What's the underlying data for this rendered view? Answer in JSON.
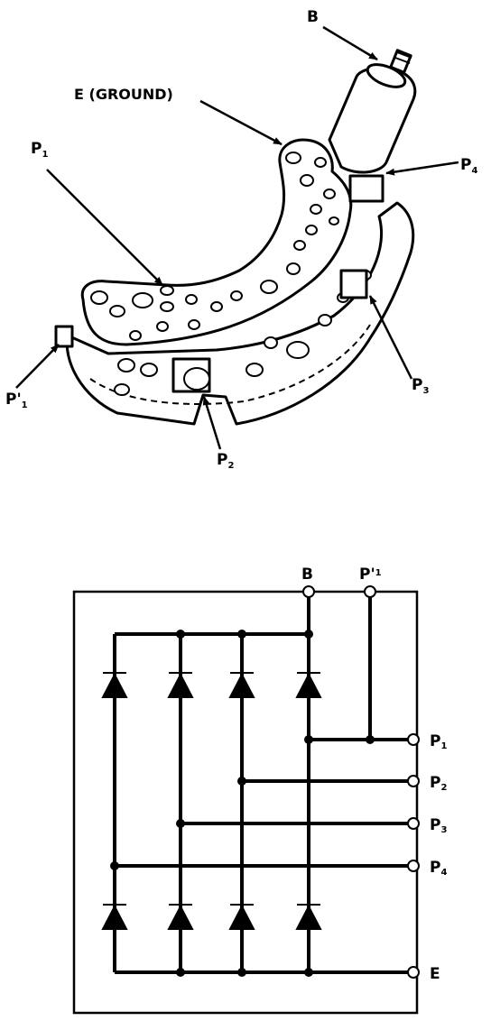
{
  "illustration": {
    "callouts": {
      "b": {
        "main": "B",
        "sub": ""
      },
      "e_ground": {
        "main": "E (GROUND)",
        "sub": ""
      },
      "p1": {
        "main": "P",
        "sub": "1"
      },
      "p4": {
        "main": "P",
        "sub": "4"
      },
      "p1_prime": {
        "main": "P'",
        "sub": "1"
      },
      "p3": {
        "main": "P",
        "sub": "3"
      },
      "p2": {
        "main": "P",
        "sub": "2"
      }
    }
  },
  "schematic": {
    "top_labels": {
      "b": {
        "main": "B",
        "sub": ""
      },
      "p1_prime": {
        "main": "P'",
        "sub": "1"
      }
    },
    "right_labels": {
      "p1": {
        "main": "P",
        "sub": "1"
      },
      "p2": {
        "main": "P",
        "sub": "2"
      },
      "p3": {
        "main": "P",
        "sub": "3"
      },
      "p4": {
        "main": "P",
        "sub": "4"
      },
      "e": {
        "main": "E",
        "sub": ""
      }
    }
  }
}
